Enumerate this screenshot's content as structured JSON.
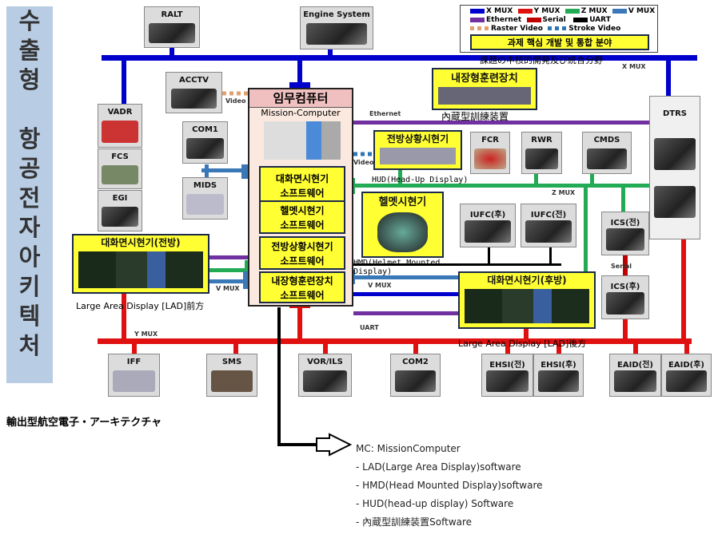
{
  "title_vertical": [
    "수",
    "출",
    "형",
    "",
    "항",
    "공",
    "전",
    "자",
    "아",
    "키",
    "텍",
    "처"
  ],
  "title_japanese": "輸出型航空電子・アーキテクチャ",
  "legend": {
    "items": [
      {
        "label": "X MUX",
        "color": "#0000cc"
      },
      {
        "label": "Y MUX",
        "color": "#e01010"
      },
      {
        "label": "Z MUX",
        "color": "#22aa55"
      },
      {
        "label": "V MUX",
        "color": "#3a78b8"
      },
      {
        "label": "Ethernet",
        "color": "#7030a0"
      },
      {
        "label": "Serial",
        "color": "#c00000"
      },
      {
        "label": "UART",
        "color": "#000000"
      },
      {
        "label": "Raster Video",
        "color": "#e0a070"
      },
      {
        "label": "Stroke Video",
        "color": "#2e75b6"
      }
    ],
    "core_area": "과제 핵심 개발 및 통합 분야",
    "core_area_japanese": "課題の中核的開発及び統合分野"
  },
  "bus_labels": {
    "x_mux": "X MUX",
    "z_mux": "Z MUX",
    "y_mux": "Y MUX",
    "v_mux": "V MUX",
    "v_mux2": "V MUX",
    "uart": "UART",
    "serial": "Serial",
    "ethernet": "Ethernet",
    "video1": "Video",
    "video2": "Video"
  },
  "devices": {
    "ralt": "RALT",
    "engine": "Engine System",
    "acctv": "ACCTV",
    "vadr": "VADR",
    "fcs": "FCS",
    "egi": "EGI",
    "com1": "COM1",
    "mids": "MIDS",
    "fcr": "FCR",
    "rwr": "RWR",
    "cmds": "CMDS",
    "dtrs": "DTRS",
    "iufc_rear": "IUFC(후)",
    "iufc_front": "IUFC(전)",
    "ics_front": "ICS(전)",
    "ics_rear": "ICS(후)",
    "iff": "IFF",
    "sms": "SMS",
    "vor_ils": "VOR/ILS",
    "com2": "COM2",
    "ehsi_front": "EHSI(전)",
    "ehsi_rear": "EHSI(후)",
    "eaid_front": "EAID(전)",
    "eaid_rear": "EAID(후)"
  },
  "mission_computer": {
    "title": "임무컴퓨터",
    "subtitle": "Mission-Computer",
    "software": [
      [
        "대화면시현기",
        "소프트웨어"
      ],
      [
        "헬멧시현기",
        "소프트웨어"
      ],
      [
        "전방상황시현기",
        "소프트웨어"
      ],
      [
        "내장형훈련장치",
        "소프트웨어"
      ]
    ]
  },
  "core_units": {
    "embedded_trainer": "내장형훈련장치",
    "embedded_trainer_jp": "內蔵型訓練装置",
    "hud": "전방상황시현기",
    "hud_caption": "HUD(Head-Up Display)",
    "hmd": "헬멧시현기",
    "hmd_caption": "HMD(Helmet Mounted Display)",
    "lad_front": "대화면시현기(전방)",
    "lad_front_caption": "Large Area Display [LAD]前方",
    "lad_rear": "대화면시현기(후방)",
    "lad_rear_caption": "Large Area Display [LAD]後方"
  },
  "notes": [
    "MC: MissionComputer",
    "- LAD(Large Area Display)software",
    "- HMD(Head Mounted Display)software",
    "- HUD(head-up display) Software",
    "- 內蔵型訓練装置Software"
  ]
}
